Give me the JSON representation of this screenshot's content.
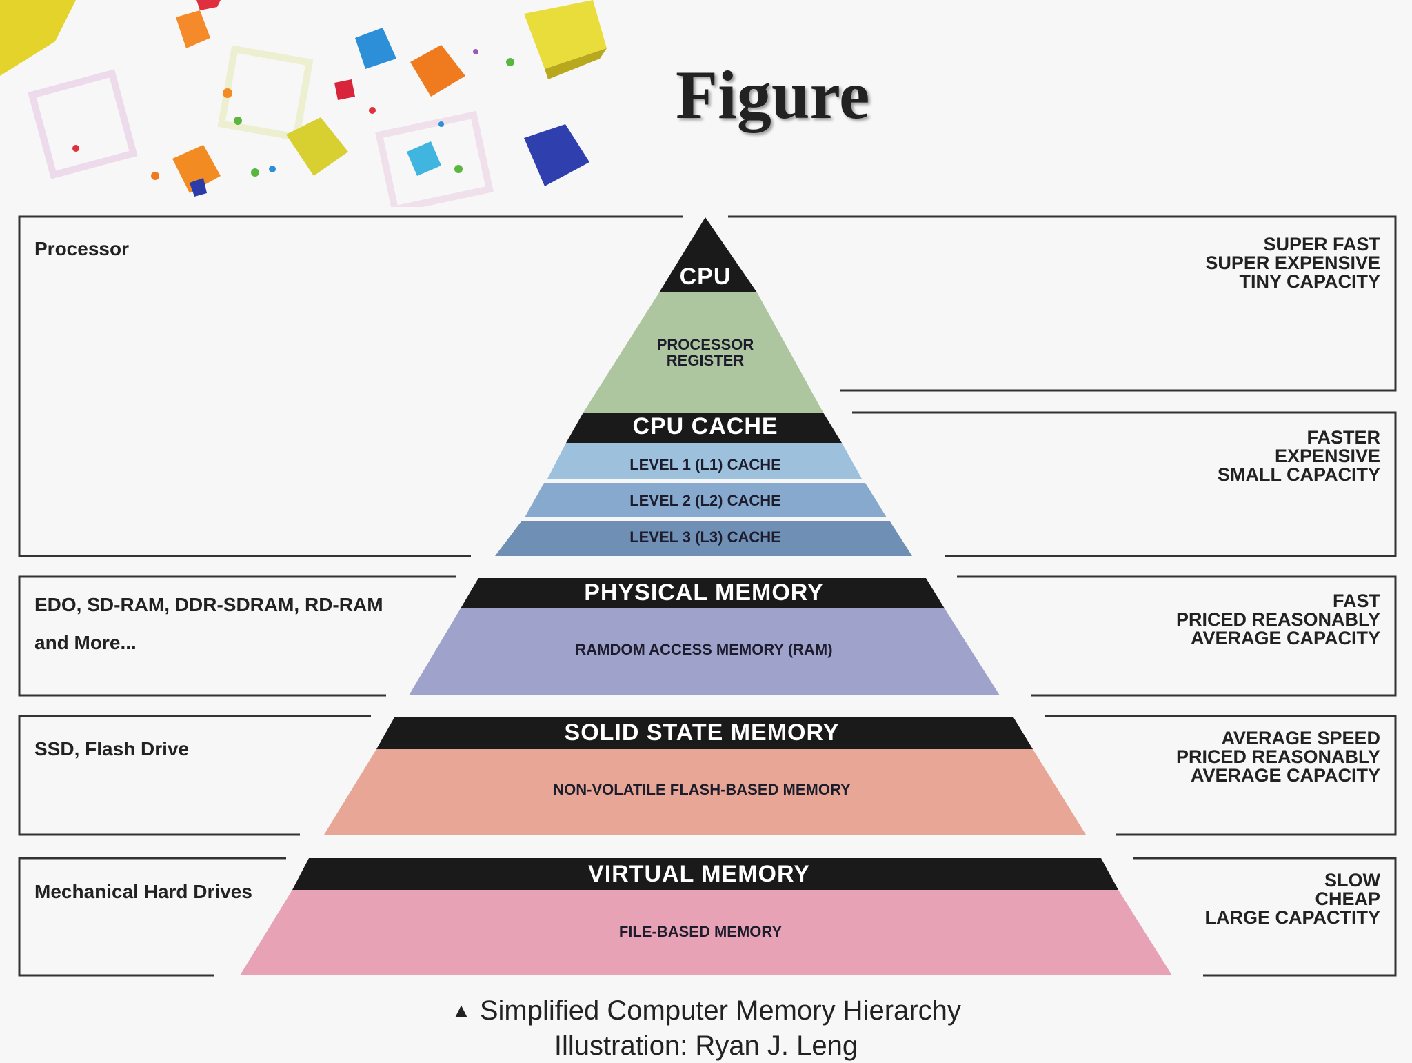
{
  "slide": {
    "title": "Figure"
  },
  "levels": [
    {
      "name": "CPU",
      "desc": "PROCESSOR\nREGISTER",
      "left_note": "Processor",
      "right_note": "SUPER FAST\nSUPER EXPENSIVE\nTINY CAPACITY"
    },
    {
      "name": "CPU CACHE",
      "sublevels": [
        "LEVEL 1 (L1) CACHE",
        "LEVEL 2 (L2) CACHE",
        "LEVEL 3 (L3) CACHE"
      ],
      "right_note": "FASTER\nEXPENSIVE\nSMALL CAPACITY"
    },
    {
      "name": "PHYSICAL MEMORY",
      "desc": "RAMDOM ACCESS MEMORY (RAM)",
      "left_note": "EDO, SD-RAM, DDR-SDRAM, RD-RAM\nand More...",
      "right_note": "FAST\nPRICED REASONABLY\nAVERAGE CAPACITY"
    },
    {
      "name": "SOLID STATE MEMORY",
      "desc": "NON-VOLATILE FLASH-BASED MEMORY",
      "left_note": "SSD, Flash Drive",
      "right_note": "AVERAGE SPEED\nPRICED REASONABLY\nAVERAGE CAPACITY"
    },
    {
      "name": "VIRTUAL MEMORY",
      "desc": "FILE-BASED MEMORY",
      "left_note": "Mechanical Hard Drives",
      "right_note": "SLOW\nCHEAP\nLARGE CAPACTITY"
    }
  ],
  "caption": {
    "symbol": "▲",
    "line1": "Simplified Computer Memory Hierarchy",
    "line2": "Illustration: Ryan J. Leng"
  },
  "colors": {
    "band": "#1a1a1a",
    "register": "#aec69f",
    "l1": "#9dc1dd",
    "l2": "#86a9cd",
    "l3": "#6f8fb4",
    "ram": "#9fa2cb",
    "ssd": "#e8a796",
    "virtual": "#e7a2b6",
    "frame": "#333333"
  }
}
